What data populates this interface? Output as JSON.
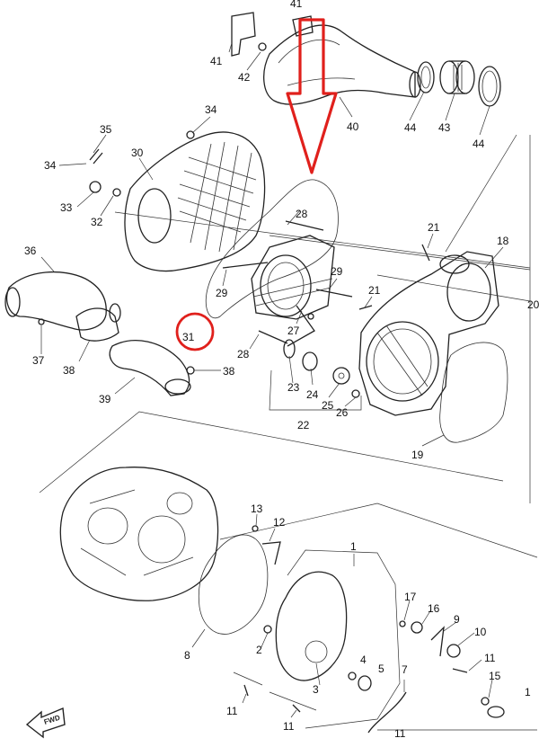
{
  "callouts": [
    {
      "id": "c41a",
      "text": "41"
    },
    {
      "id": "c41b",
      "text": "41"
    },
    {
      "id": "c42",
      "text": "42"
    },
    {
      "id": "c40",
      "text": "40"
    },
    {
      "id": "c44a",
      "text": "44"
    },
    {
      "id": "c43",
      "text": "43"
    },
    {
      "id": "c44b",
      "text": "44"
    },
    {
      "id": "c34a",
      "text": "34"
    },
    {
      "id": "c35",
      "text": "35"
    },
    {
      "id": "c30",
      "text": "30"
    },
    {
      "id": "c34b",
      "text": "34"
    },
    {
      "id": "c33",
      "text": "33"
    },
    {
      "id": "c32",
      "text": "32"
    },
    {
      "id": "c28a",
      "text": "28"
    },
    {
      "id": "c21a",
      "text": "21"
    },
    {
      "id": "c18",
      "text": "18"
    },
    {
      "id": "c36",
      "text": "36"
    },
    {
      "id": "c29a",
      "text": "29"
    },
    {
      "id": "c29b",
      "text": "29"
    },
    {
      "id": "c21b",
      "text": "21"
    },
    {
      "id": "c20",
      "text": "20"
    },
    {
      "id": "c31",
      "text": "31"
    },
    {
      "id": "c27",
      "text": "27"
    },
    {
      "id": "c37",
      "text": "37"
    },
    {
      "id": "c28b",
      "text": "28"
    },
    {
      "id": "c38a",
      "text": "38"
    },
    {
      "id": "c38b",
      "text": "38"
    },
    {
      "id": "c39",
      "text": "39"
    },
    {
      "id": "c23",
      "text": "23"
    },
    {
      "id": "c24",
      "text": "24"
    },
    {
      "id": "c25",
      "text": "25"
    },
    {
      "id": "c26",
      "text": "26"
    },
    {
      "id": "c22",
      "text": "22"
    },
    {
      "id": "c19",
      "text": "19"
    },
    {
      "id": "c13",
      "text": "13"
    },
    {
      "id": "c12",
      "text": "12"
    },
    {
      "id": "c1",
      "text": "1"
    },
    {
      "id": "c17",
      "text": "17"
    },
    {
      "id": "c16",
      "text": "16"
    },
    {
      "id": "c9",
      "text": "9"
    },
    {
      "id": "c10",
      "text": "10"
    },
    {
      "id": "c8",
      "text": "8"
    },
    {
      "id": "c2",
      "text": "2"
    },
    {
      "id": "c4",
      "text": "4"
    },
    {
      "id": "c5",
      "text": "5"
    },
    {
      "id": "c7",
      "text": "7"
    },
    {
      "id": "c11a",
      "text": "11"
    },
    {
      "id": "c15",
      "text": "15"
    },
    {
      "id": "c14",
      "text": "1"
    },
    {
      "id": "c3",
      "text": "3"
    },
    {
      "id": "c11b",
      "text": "11"
    },
    {
      "id": "c11c",
      "text": "11"
    },
    {
      "id": "c11d",
      "text": "11"
    }
  ],
  "fwd_label": "FWD",
  "colors": {
    "highlight": "#e0201c",
    "ink": "#222222"
  }
}
